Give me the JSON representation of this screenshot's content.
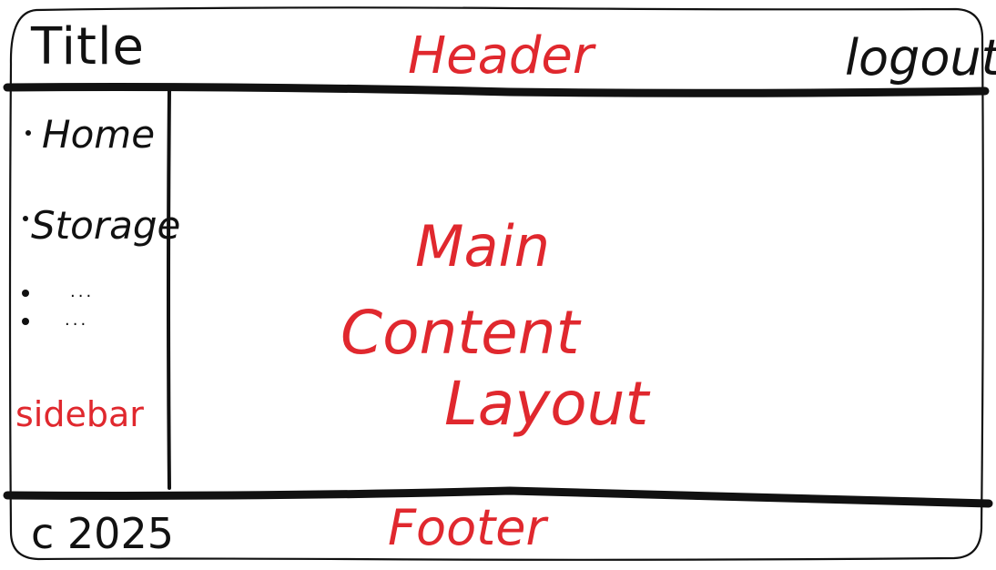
{
  "colors": {
    "ink": "#111111",
    "annotation": "#e0282e",
    "background": "#ffffff"
  },
  "header": {
    "title": "Title",
    "label": "Header",
    "logout": "logout"
  },
  "sidebar": {
    "items": [
      {
        "label": "Home"
      },
      {
        "label": "Storage"
      },
      {
        "label": "..."
      },
      {
        "label": "..."
      }
    ],
    "label": "sidebar"
  },
  "main": {
    "label_lines": [
      "Main",
      "Content",
      "Layout"
    ]
  },
  "footer": {
    "copyright": "c 2025",
    "label": "Footer"
  }
}
